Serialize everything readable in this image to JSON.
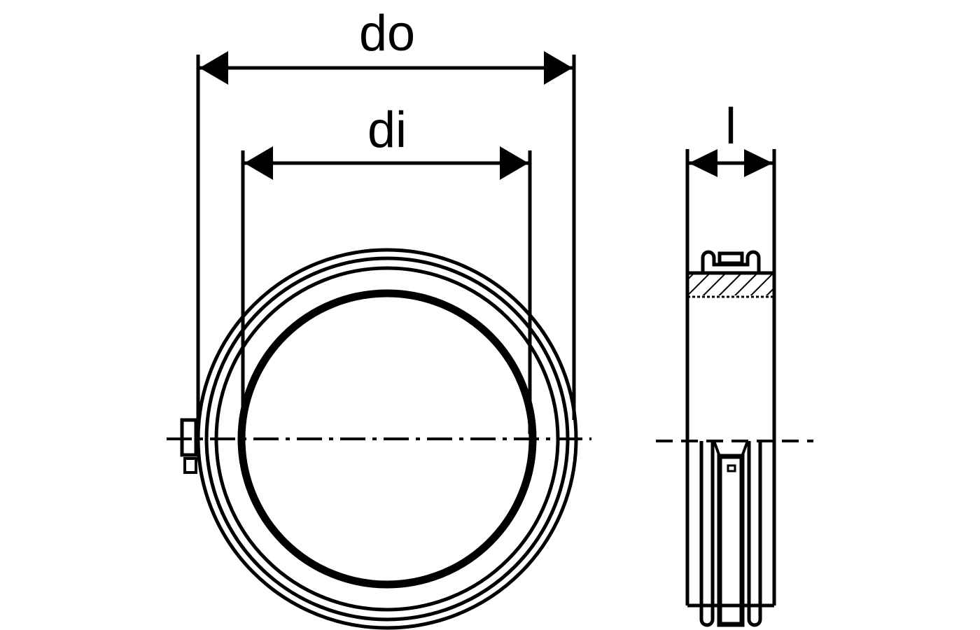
{
  "labels": {
    "outer_diameter": "do",
    "inner_diameter": "di",
    "length": "l"
  },
  "colors": {
    "stroke": "#000000",
    "background": "#ffffff"
  }
}
